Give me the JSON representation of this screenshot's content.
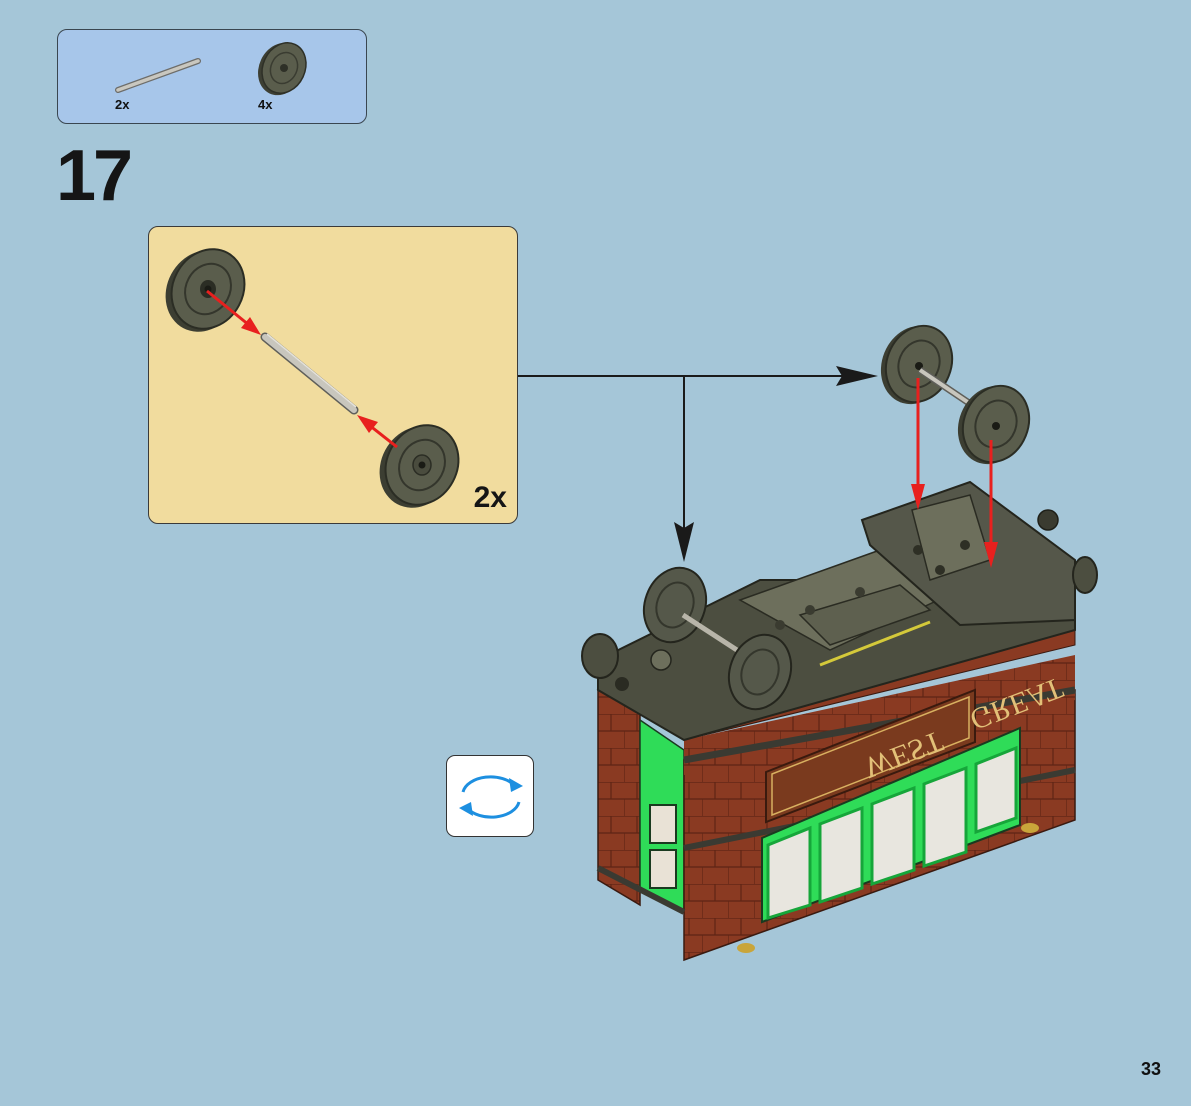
{
  "parts_list": {
    "items": [
      {
        "part": "axle-icon",
        "qty": "2x"
      },
      {
        "part": "wheel-icon",
        "qty": "4x"
      }
    ]
  },
  "step": {
    "number": "17"
  },
  "subassembly": {
    "multiplier": "2x"
  },
  "model": {
    "sign_text_1": "GREAT",
    "sign_text_2": "WEST"
  },
  "rotate_icon": "rotate-model-icon",
  "page": {
    "number": "33"
  },
  "colors": {
    "background": "#a5c6d8",
    "parts_box": "#a7c6ea",
    "subassembly_box": "#f1dc9e",
    "arrow_red": "#e8201e",
    "wheel": "#5a5d4c",
    "brick": "#8a3a22",
    "window_green": "#33dd55"
  }
}
